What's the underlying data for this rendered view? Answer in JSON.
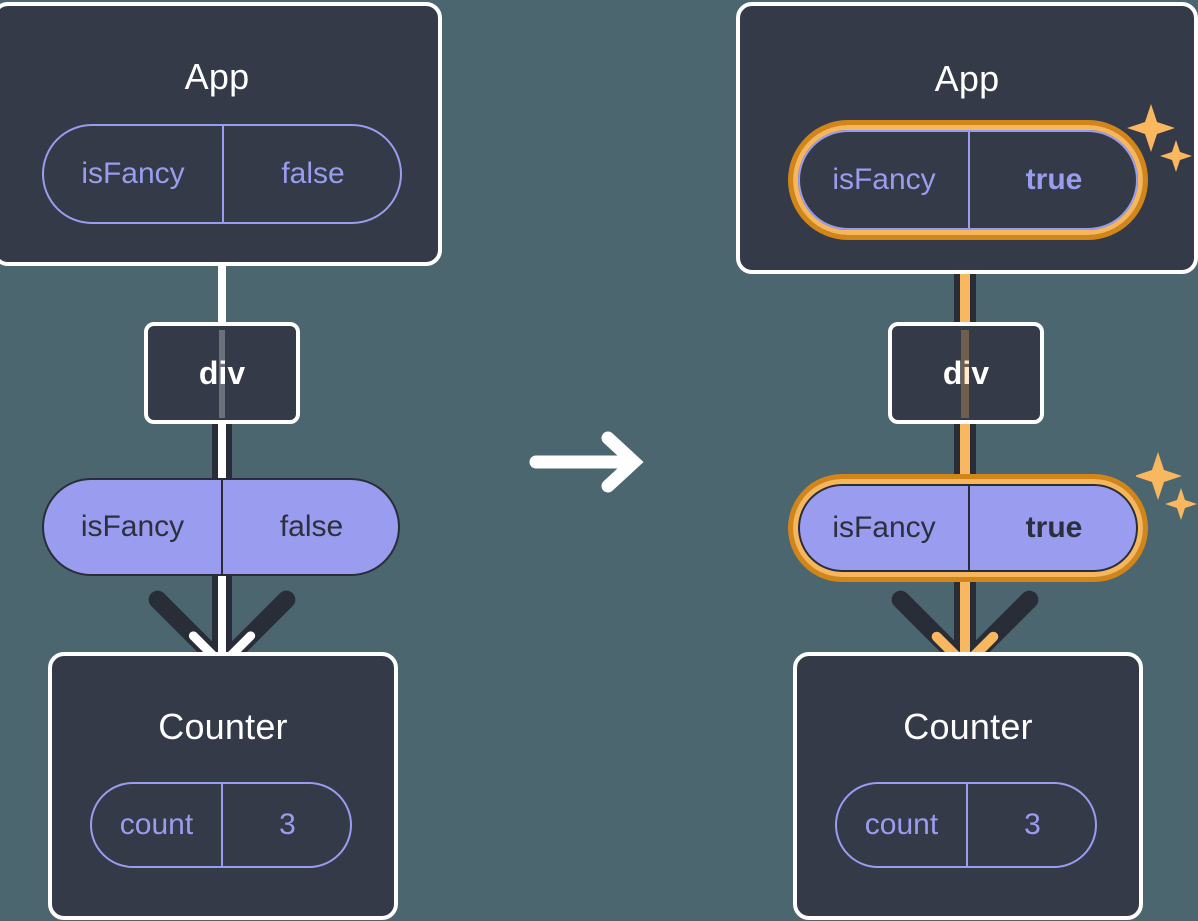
{
  "figure": {
    "type": "diagram",
    "description": "React state update diagram: App passes isFancy prop through div to Counter",
    "background_color": "#4b666f",
    "panel_color": "#343a47",
    "panel_border_color": "#ffffff",
    "pill_purple": "#9a9cf0",
    "highlight_ring_outer": "#d2861a",
    "highlight_ring_inner": "#f6b65b",
    "wire_dark": "#282d38",
    "wire_white": "#ffffff",
    "wire_orange": "#f9b85f",
    "sparkle_color": "#f9b85f"
  },
  "transition_arrow": {
    "icon": "arrow-right-icon",
    "label": "→"
  },
  "left": {
    "app": {
      "title": "App",
      "pill": {
        "key": "isFancy",
        "value": "false",
        "highlighted": false,
        "bold_value": false
      }
    },
    "div": {
      "label": "div"
    },
    "prop_pill": {
      "key": "isFancy",
      "value": "false",
      "highlighted": false,
      "bold_value": false
    },
    "counter": {
      "title": "Counter",
      "pill": {
        "key": "count",
        "value": "3",
        "highlighted": false,
        "bold_value": false
      }
    },
    "sparkles": false
  },
  "right": {
    "app": {
      "title": "App",
      "pill": {
        "key": "isFancy",
        "value": "true",
        "highlighted": true,
        "bold_value": true
      }
    },
    "div": {
      "label": "div"
    },
    "prop_pill": {
      "key": "isFancy",
      "value": "true",
      "highlighted": true,
      "bold_value": true
    },
    "counter": {
      "title": "Counter",
      "pill": {
        "key": "count",
        "value": "3",
        "highlighted": false,
        "bold_value": false
      }
    },
    "sparkles": true
  }
}
